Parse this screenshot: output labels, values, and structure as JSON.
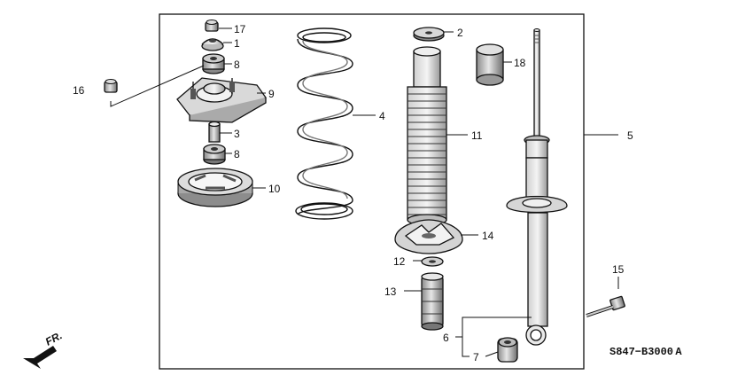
{
  "diagram": {
    "drawing_code": "S847−B3000 A",
    "direction_label": "FR.",
    "callouts": [
      {
        "id": "c17",
        "num": "17"
      },
      {
        "id": "c1",
        "num": "1"
      },
      {
        "id": "c8a",
        "num": "8"
      },
      {
        "id": "c16",
        "num": "16"
      },
      {
        "id": "c9",
        "num": "9"
      },
      {
        "id": "c3",
        "num": "3"
      },
      {
        "id": "c8b",
        "num": "8"
      },
      {
        "id": "c10",
        "num": "10"
      },
      {
        "id": "c4",
        "num": "4"
      },
      {
        "id": "c2",
        "num": "2"
      },
      {
        "id": "c18",
        "num": "18"
      },
      {
        "id": "c11",
        "num": "11"
      },
      {
        "id": "c5",
        "num": "5"
      },
      {
        "id": "c14",
        "num": "14"
      },
      {
        "id": "c12",
        "num": "12"
      },
      {
        "id": "c13",
        "num": "13"
      },
      {
        "id": "c15",
        "num": "15"
      },
      {
        "id": "c6",
        "num": "6"
      },
      {
        "id": "c7",
        "num": "7"
      }
    ]
  }
}
